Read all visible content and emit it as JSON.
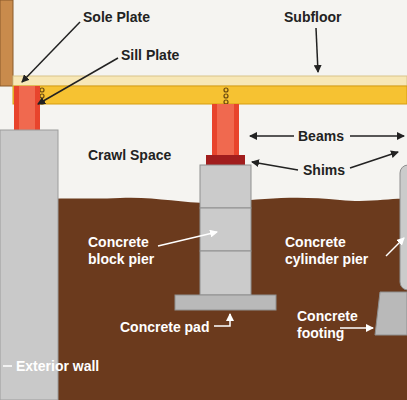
{
  "diagram": {
    "labels": [
      "Sole Plate",
      "Sill Plate",
      "Subfloor",
      "Crawl Space",
      "Beams",
      "Shims",
      "Concrete block pier",
      "Concrete cylinder pier",
      "Concrete pad",
      "Concrete footing",
      "Exterior wall"
    ]
  }
}
